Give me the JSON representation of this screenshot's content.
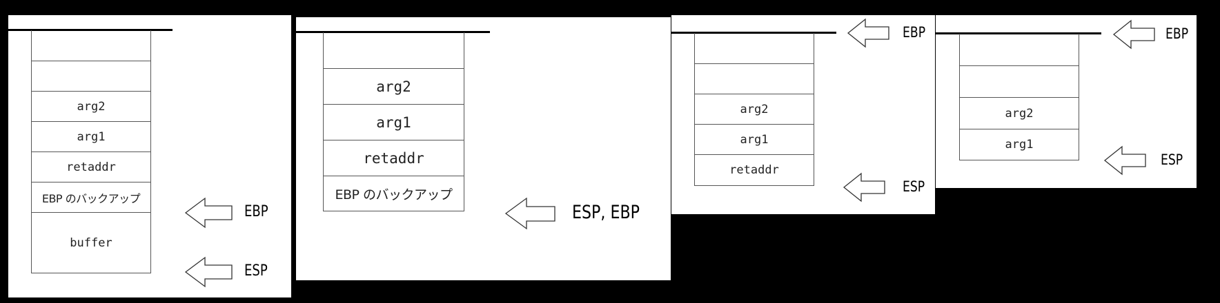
{
  "panels": [
    {
      "cells": [
        "",
        "",
        "arg2",
        "arg1",
        "retaddr",
        "EBP のバックアップ",
        "buffer"
      ],
      "pointers": [
        "EBP",
        "ESP"
      ]
    },
    {
      "cells": [
        "",
        "arg2",
        "arg1",
        "retaddr",
        "EBP のバックアップ"
      ],
      "pointers": [
        "ESP, EBP"
      ]
    },
    {
      "cells": [
        "",
        "",
        "arg2",
        "arg1",
        "retaddr"
      ],
      "pointers": [
        "EBP",
        "ESP"
      ]
    },
    {
      "cells": [
        "",
        "",
        "arg2",
        "arg1"
      ],
      "pointers": [
        "EBP",
        "ESP"
      ]
    }
  ],
  "colors": {
    "background": "#000000",
    "panel": "#ffffff",
    "border": "#555555",
    "arrow": "#333333"
  },
  "arrow_icon": "hollow-left-arrow-icon"
}
